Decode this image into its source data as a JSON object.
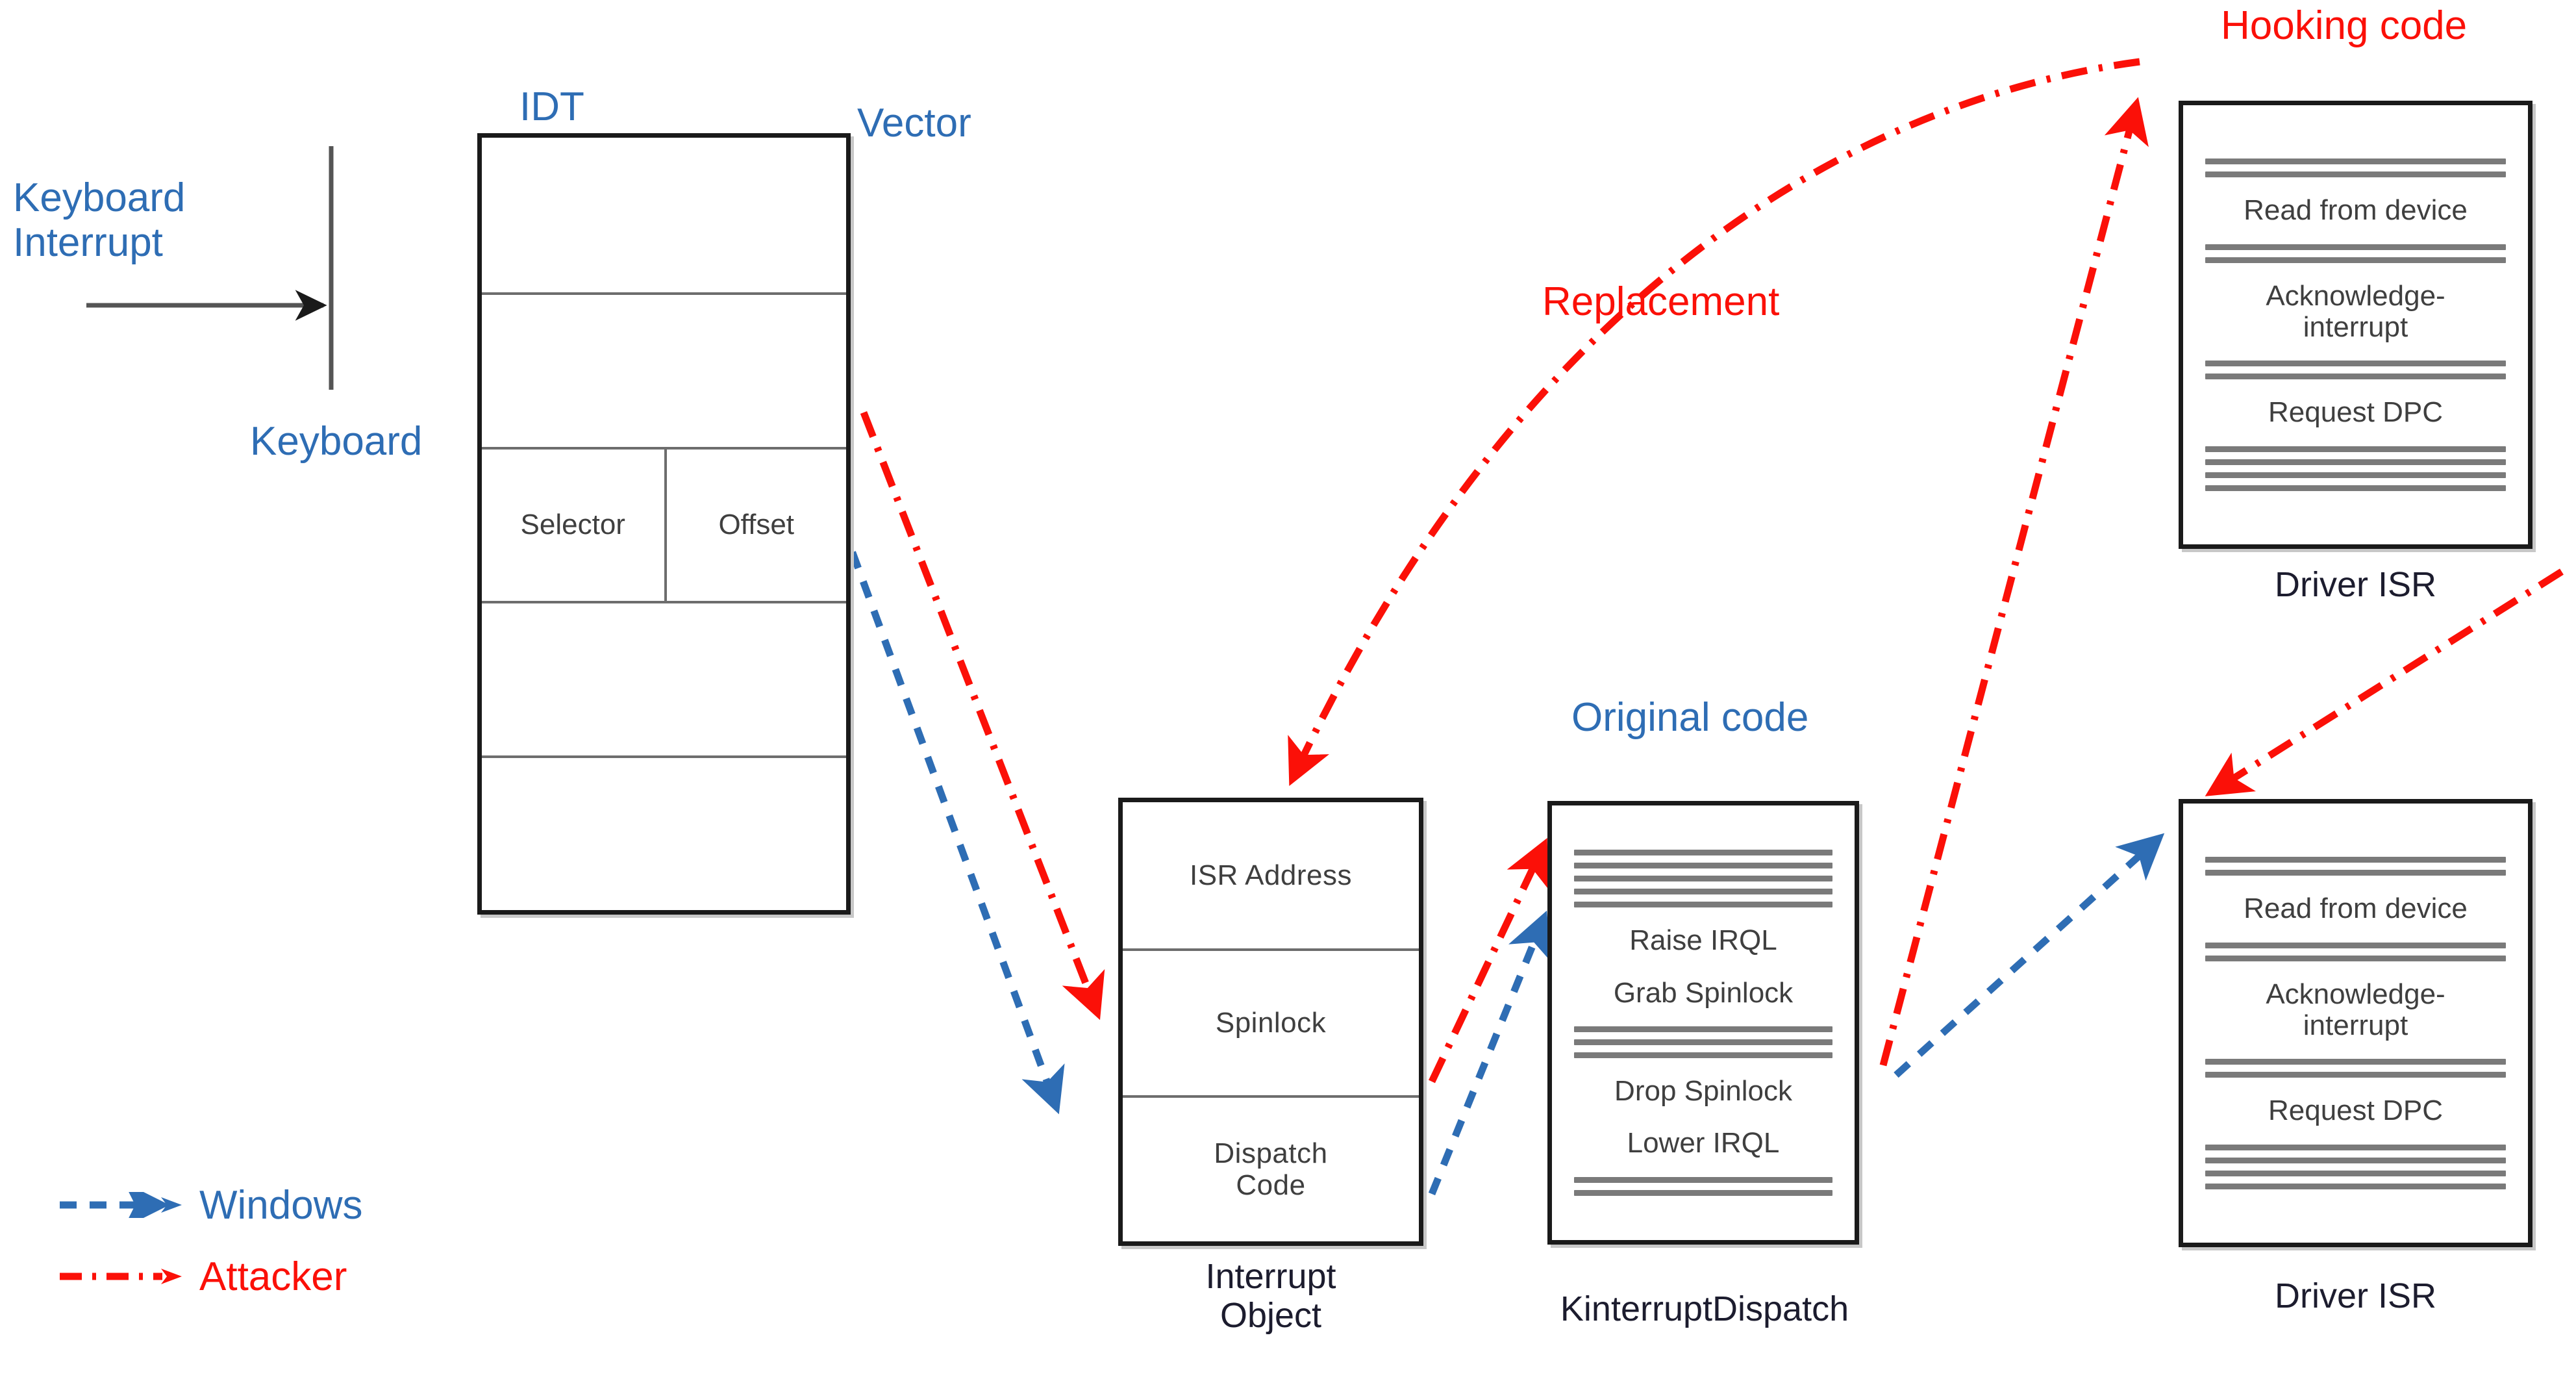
{
  "diagram": {
    "title": "Keyboard interrupt hooking via IDT / Interrupt Object",
    "colors": {
      "windows_blue": "#2e6db4",
      "attacker_red": "#fb1008",
      "box_border": "#1a1a1a",
      "code_line_gray": "#7a7a7a",
      "text_gray": "#3f3f3f"
    }
  },
  "labels": {
    "keyboard_interrupt": "Keyboard\nInterrupt",
    "keyboard": "Keyboard",
    "idt": "IDT",
    "vector": "Vector",
    "original_code": "Original code",
    "replacement": "Replacement",
    "hooking_code": "Hooking code"
  },
  "idt_table": {
    "name": "IDT",
    "rows": [
      {
        "cells": [
          ""
        ]
      },
      {
        "cells": [
          ""
        ]
      },
      {
        "cells": [
          "Selector",
          "Offset"
        ]
      },
      {
        "cells": [
          ""
        ]
      },
      {
        "cells": [
          ""
        ]
      }
    ]
  },
  "interrupt_object": {
    "caption": "Interrupt\nObject",
    "fields": [
      "ISR Address",
      "Spinlock",
      "Dispatch\nCode"
    ]
  },
  "kinterrupt_dispatch": {
    "caption": "KinterruptDispatch",
    "blocks": [
      {
        "type": "rules",
        "count": 5
      },
      {
        "type": "text",
        "value": "Raise  IRQL"
      },
      {
        "type": "text",
        "value": "Grab  Spinlock"
      },
      {
        "type": "rules",
        "count": 3
      },
      {
        "type": "text",
        "value": "Drop  Spinlock"
      },
      {
        "type": "text",
        "value": "Lower  IRQL"
      },
      {
        "type": "rules",
        "count": 2
      }
    ]
  },
  "driver_isr_top": {
    "caption": "Driver ISR",
    "blocks": [
      {
        "type": "rules",
        "count": 2
      },
      {
        "type": "text",
        "value": "Read  from  device"
      },
      {
        "type": "rules",
        "count": 2
      },
      {
        "type": "text",
        "value": "Acknowledge-\ninterrupt"
      },
      {
        "type": "rules",
        "count": 2
      },
      {
        "type": "text",
        "value": "Request  DPC"
      },
      {
        "type": "rules",
        "count": 4
      }
    ]
  },
  "driver_isr_bottom": {
    "caption": "Driver ISR",
    "blocks": [
      {
        "type": "rules",
        "count": 2
      },
      {
        "type": "text",
        "value": "Read  from  device"
      },
      {
        "type": "rules",
        "count": 2
      },
      {
        "type": "text",
        "value": "Acknowledge-\ninterrupt"
      },
      {
        "type": "rules",
        "count": 2
      },
      {
        "type": "text",
        "value": "Request  DPC"
      },
      {
        "type": "rules",
        "count": 4
      }
    ]
  },
  "legend": {
    "items": [
      {
        "label": "Windows",
        "color": "#2e6db4",
        "style": "dashed"
      },
      {
        "label": "Attacker",
        "color": "#fb1008",
        "style": "dash-dot"
      }
    ]
  }
}
